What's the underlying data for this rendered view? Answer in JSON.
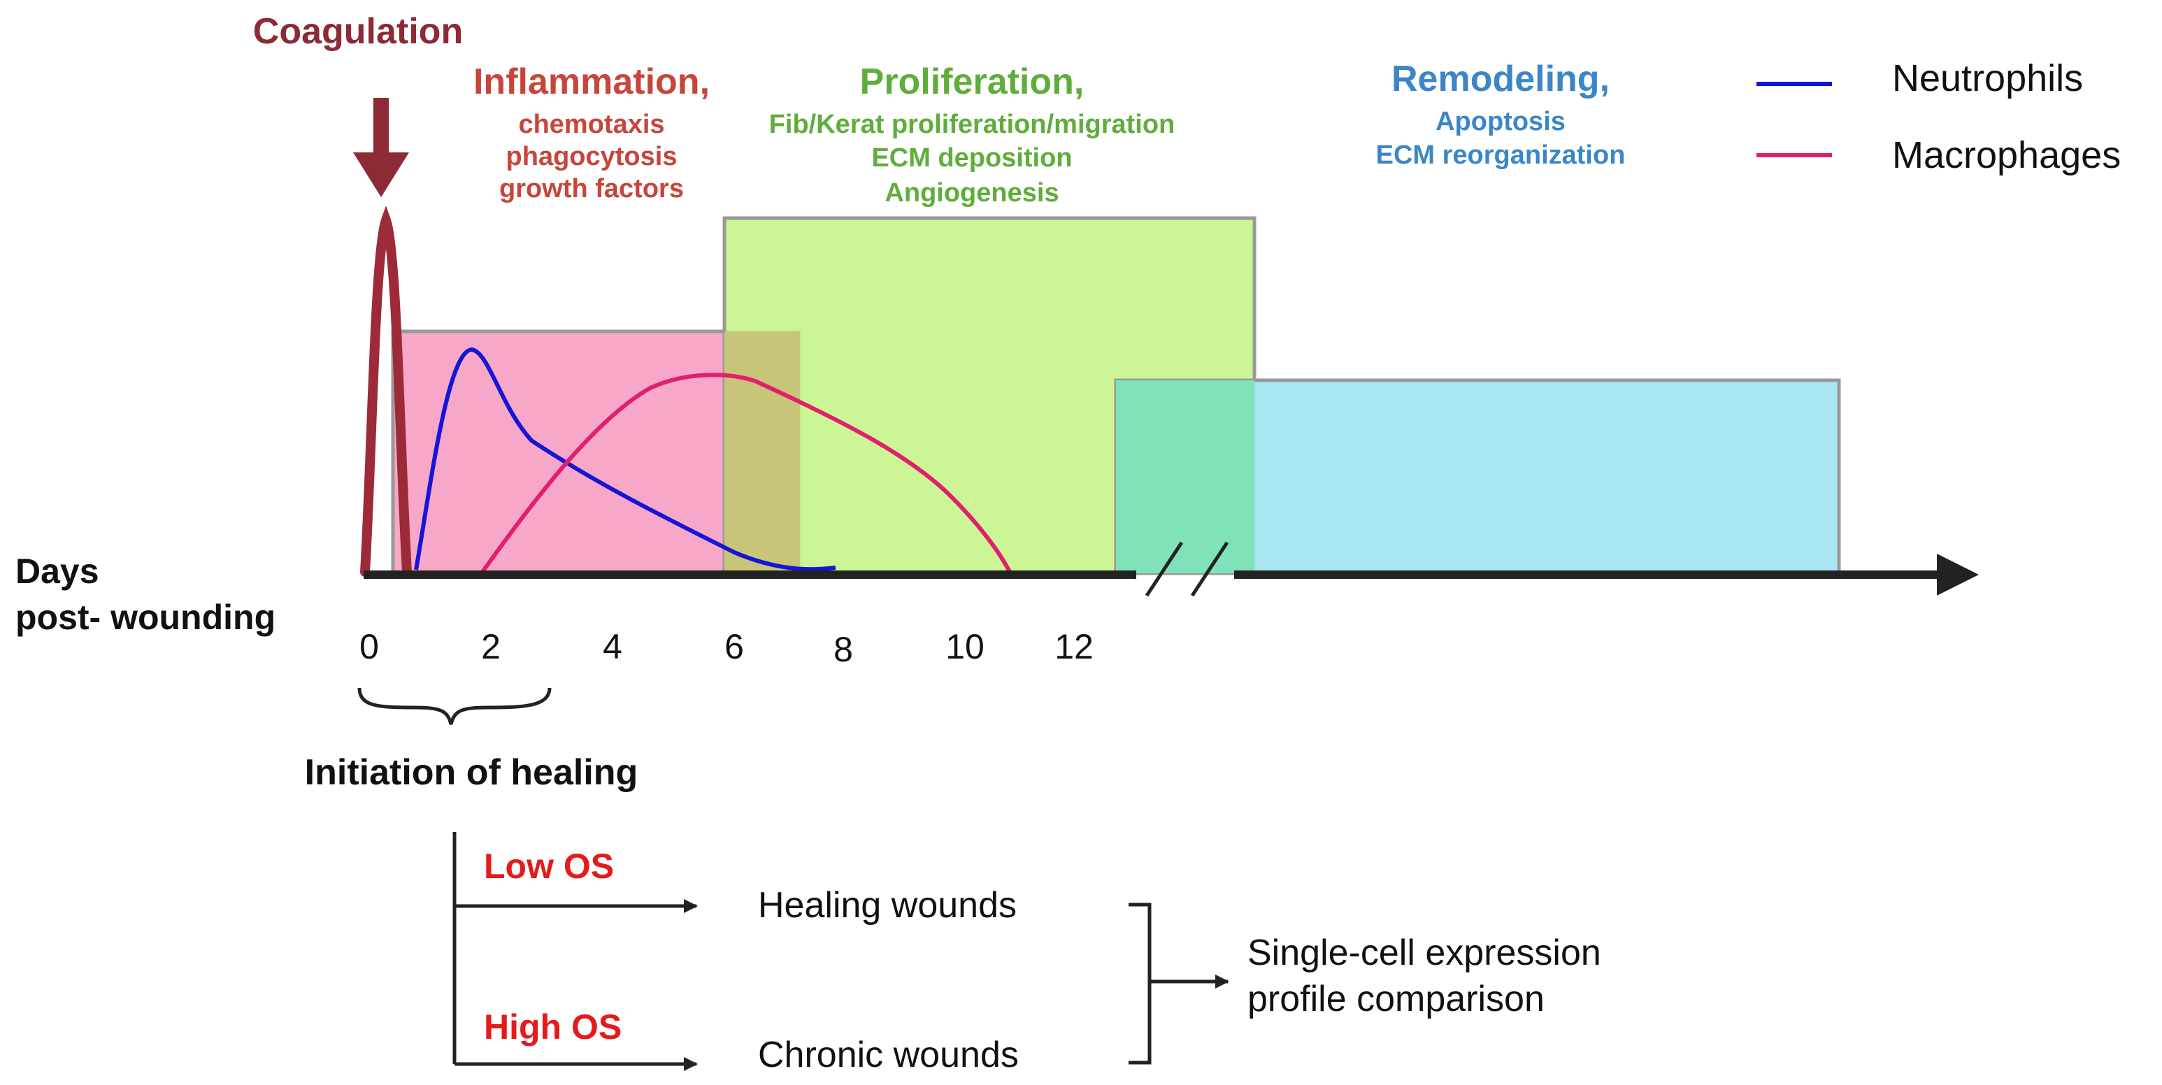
{
  "phases": {
    "coagulation": {
      "title": "Coagulation",
      "color": "#8c2a35"
    },
    "inflammation": {
      "title": "Inflammation,",
      "lines": [
        "chemotaxis",
        "phagocytosis",
        "growth factors"
      ],
      "color": "#c7453b"
    },
    "proliferation": {
      "title": "Proliferation,",
      "lines": [
        "Fib/Kerat proliferation/migration",
        "ECM deposition",
        "Angiogenesis"
      ],
      "color": "#5fad3a"
    },
    "remodeling": {
      "title": "Remodeling,",
      "lines": [
        "Apoptosis",
        "ECM reorganization"
      ],
      "color": "#3a86c8"
    }
  },
  "legend": {
    "items": [
      {
        "label": "Neutrophils",
        "color": "#1515d6"
      },
      {
        "label": "Macrophages",
        "color": "#e0206e"
      }
    ]
  },
  "axis": {
    "label_line1": "Days",
    "label_line2": "post- wounding",
    "ticks": [
      "0",
      "2",
      "4",
      "6",
      "8",
      "10",
      "12"
    ]
  },
  "initiation": {
    "label": "Initiation of healing"
  },
  "branches": {
    "low": {
      "label": "Low OS",
      "result": "Healing wounds"
    },
    "high": {
      "label": "High OS",
      "result": "Chronic wounds"
    },
    "label_color": "#e31b1b"
  },
  "outcome": {
    "line1": "Single-cell expression",
    "line2": "profile comparison"
  },
  "colors": {
    "inflammation_box": "#f7a8c8",
    "proliferation_box": "#c8f58c",
    "remodeling_box": "#a4e6f2"
  }
}
